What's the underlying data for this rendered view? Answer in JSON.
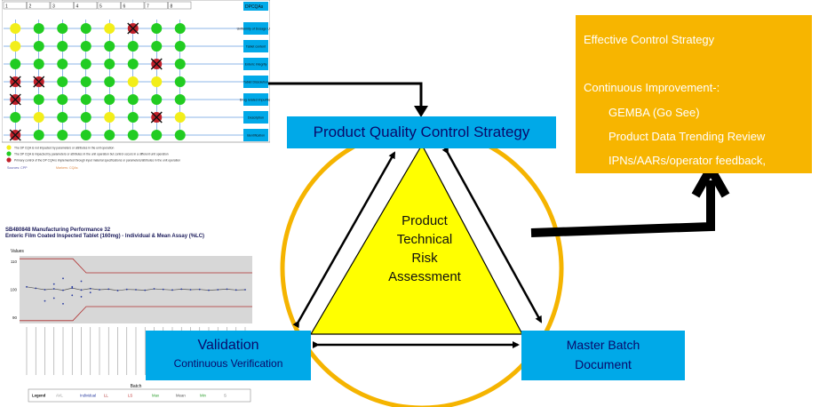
{
  "diagram": {
    "top_box": "Product Quality Control Strategy",
    "triangle_text": [
      "Product",
      "Technical",
      "Risk",
      "Assessment"
    ],
    "validation": {
      "title": "Validation",
      "subtitle": "Continuous Verification"
    },
    "master_batch": {
      "line1": "Master Batch",
      "line2": "Document"
    },
    "strategy_box": {
      "line1": "Effective Control Strategy",
      "line2": "Continuous Improvement-:",
      "items": [
        "GEMBA (Go See)",
        "Product Data Trending Review",
        "IPNs/AARs/operator feedback,"
      ]
    },
    "colors": {
      "blue": "#00a9e8",
      "orange": "#f7b500",
      "yellow": "#ffff00",
      "circle": "#f5b400"
    }
  },
  "matrix": {
    "columns": [
      "1",
      "2",
      "3",
      "4",
      "5",
      "6",
      "7",
      "8"
    ],
    "right_header": "DPCQAs",
    "row_labels": [
      "Uniformity of Dosage Units",
      "Tablet content",
      "Enteric integrity",
      "Tablet Dissolution",
      "Drug related impurities",
      "Description",
      "Identification"
    ],
    "legend": [
      "The DP CQA is not impacted by parameters or attributes in the unit operation",
      "The DP CQA is impacted by parameters or attributes in the unit operation but control occurs in a different unit operation",
      "Primary control of the DP CQA is implemented through input material specifications or parameters/attributes in the unit operation"
    ],
    "notes": [
      "Sources: CPP",
      "Markers: CQAs"
    ]
  },
  "chart_data": {
    "type": "line",
    "title": "SB480848 Manufacturing Performance 32",
    "subtitle": "Enteric Film Coated Inspected Tablet (160mg) - Individual & Mean Assay (%LC)",
    "ylabel": "Values",
    "xlabel": "Batch",
    "yticks": [
      "110",
      "100",
      "90"
    ],
    "ylim": [
      88,
      112
    ],
    "legend": [
      "Legend",
      "AVL",
      "Individual",
      "LL",
      "LS",
      "Max",
      "Mean",
      "Min",
      "S"
    ],
    "series": [
      {
        "name": "Mean",
        "values": [
          101,
          100.5,
          100,
          100.3,
          99.8,
          100.6,
          99.9,
          100.4,
          100,
          100.2,
          99.7,
          100.1,
          100,
          99.8,
          100.3,
          100.1,
          99.9,
          100.2,
          100,
          100.1,
          99.8,
          100,
          100.2,
          99.9,
          100
        ]
      }
    ]
  }
}
